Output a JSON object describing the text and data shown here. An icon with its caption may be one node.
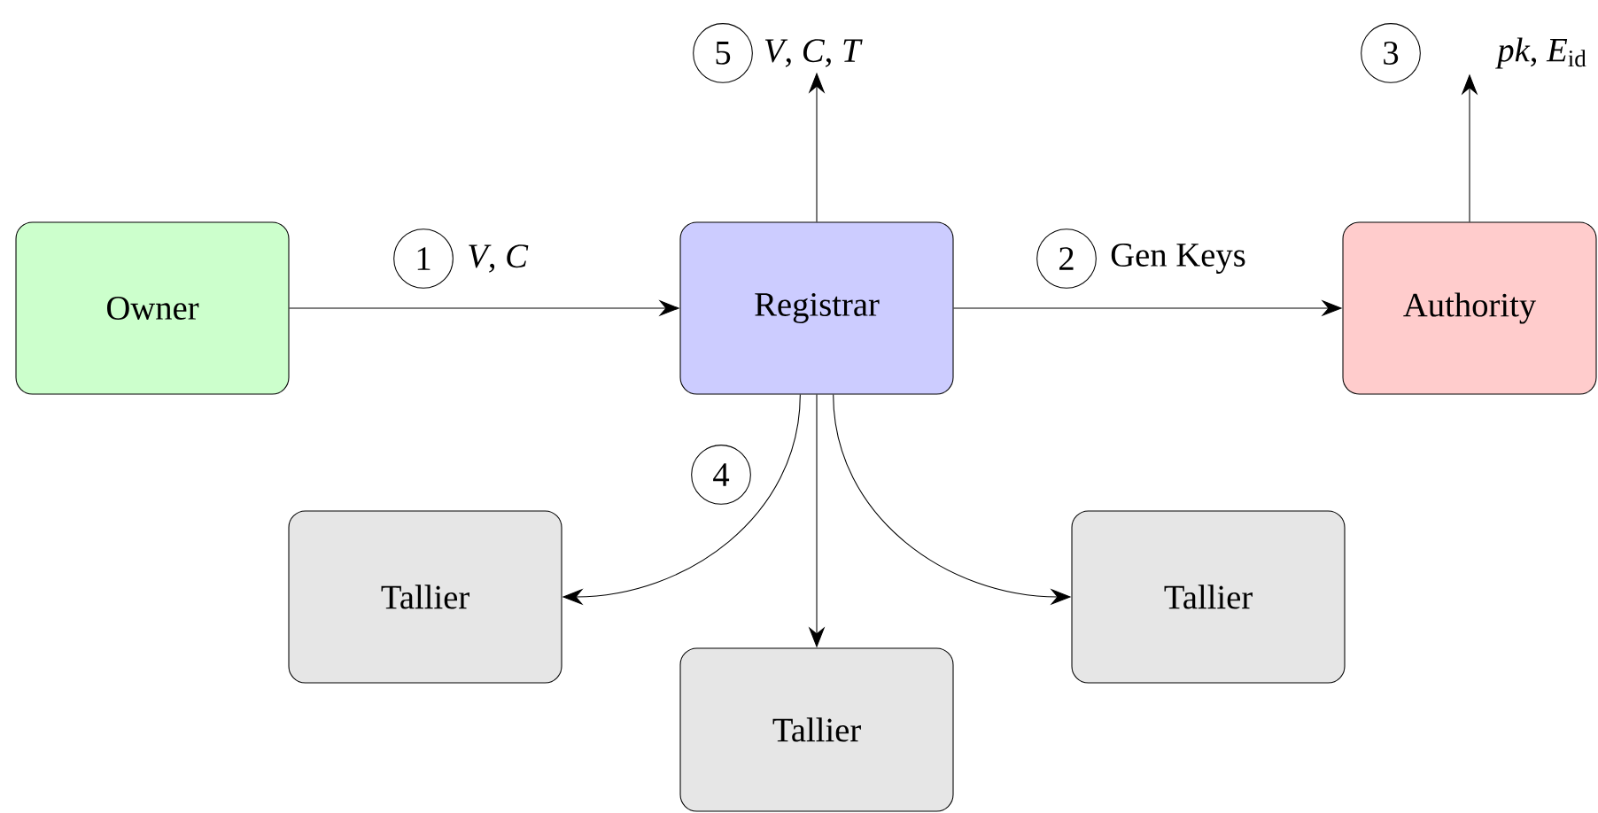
{
  "diagram": {
    "nodes": [
      {
        "text": [
          "*V*, *C*, *T*"
        ]
      },
      {
        "text": [
          "*pk*, *E*$_{id}$"
        ]
      },
      {
        "text": [
          "Owner"
        ]
      },
      {
        "text": [
          "Registrar"
        ]
      },
      {
        "text": [
          "Authority"
        ]
      },
      {
        "text": [
          "Tallier"
        ]
      },
      {
        "text": [
          "Tallier"
        ]
      },
      {
        "text": [
          "Tallier"
        ]
      }
    ],
    "edges": [
      {
        "from": 2,
        "to": 3,
        "arrow": "to",
        "label": "*V*, *C*"
      },
      {
        "from": 3,
        "to": 4,
        "arrow": "to",
        "label": "Gen Keys"
      },
      {
        "from": 3,
        "to": 0,
        "arrow": "to"
      },
      {
        "from": 4,
        "to": 1,
        "arrow": "to"
      },
      {
        "from": 3,
        "to": 5,
        "arrow": "to"
      },
      {
        "from": 3,
        "to": 7,
        "arrow": "to"
      },
      {
        "from": 3,
        "to": 6,
        "arrow": "to"
      }
    ],
    "labels": [
      "5",
      "3",
      "1",
      "2",
      "4"
    ]
  }
}
